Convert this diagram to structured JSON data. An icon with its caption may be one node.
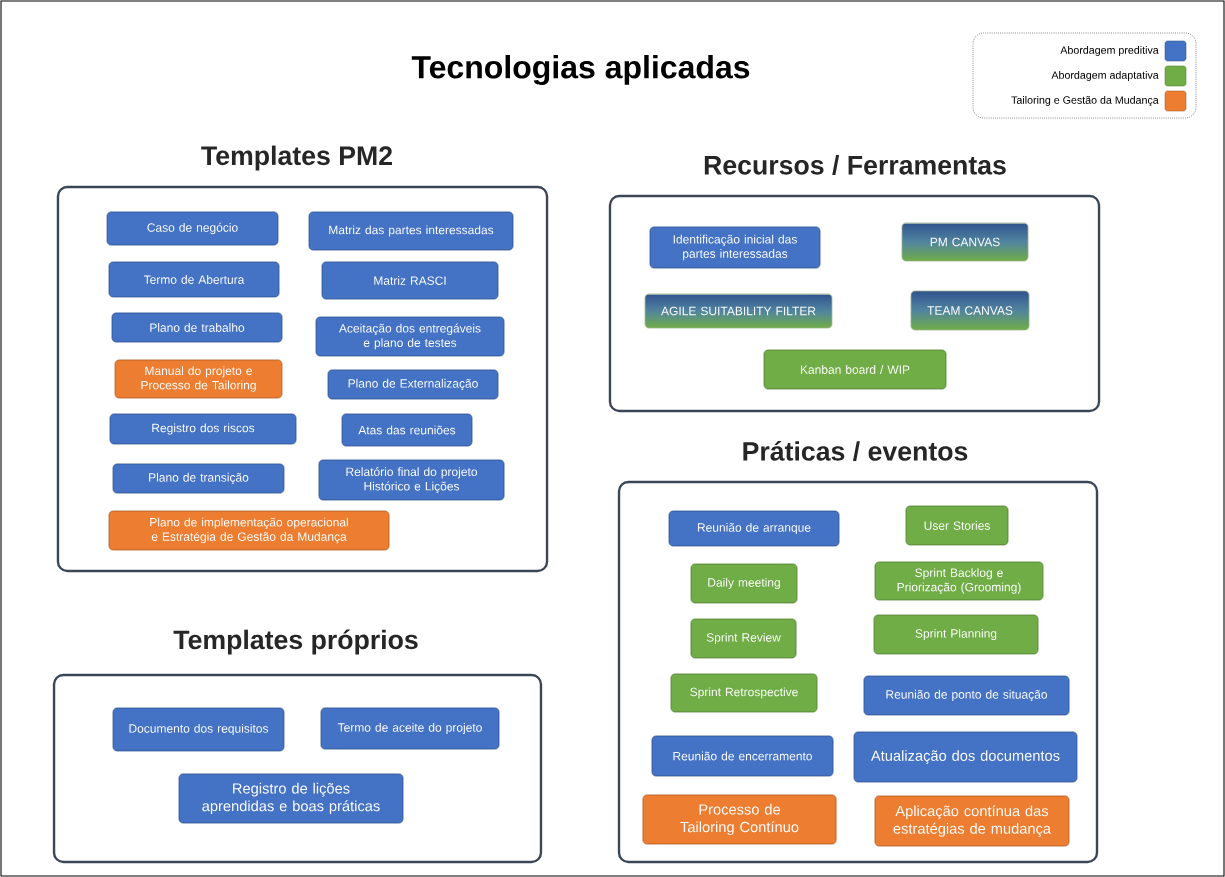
{
  "diagram": {
    "title": "Tecnologias aplicadas",
    "nodes": [
      {
        "text": [
          "Templates PM2"
        ]
      },
      {
        "text": [
          "Caso de negócio"
        ],
        "in": 0
      },
      {
        "text": [
          "Matriz das partes interessadas"
        ],
        "in": 0
      },
      {
        "text": [
          "Termo de Abertura"
        ],
        "in": 0
      },
      {
        "text": [
          "Matriz  RASCI"
        ],
        "in": 0
      },
      {
        "text": [
          "Plano de trabalho"
        ],
        "in": 0
      },
      {
        "text": [
          "Aceitação dos entregáveis e plano de testes"
        ],
        "in": 0
      },
      {
        "text": [
          "Manual do projeto e Processo de Tailoring"
        ],
        "in": 0
      },
      {
        "text": [
          "Plano de Externalização"
        ],
        "in": 0
      },
      {
        "text": [
          "Registro dos riscos"
        ],
        "in": 0
      },
      {
        "text": [
          "Atas das reuniões"
        ],
        "in": 0
      },
      {
        "text": [
          "Plano de transição"
        ],
        "in": 0
      },
      {
        "text": [
          "Relatório final do projeto Histórico e Lições"
        ],
        "in": 0
      },
      {
        "text": [
          "Plano de implementação operacional e Estratégia de Gestão da Mudança"
        ],
        "in": 0
      },
      {
        "text": [
          "Recursos / Ferramentas"
        ]
      },
      {
        "text": [
          "Identificação inicial das partes interessadas"
        ],
        "in": 14
      },
      {
        "text": [
          "PM CANVAS"
        ],
        "in": 14
      },
      {
        "text": [
          "AGILE SUITABILITY FILTER"
        ],
        "in": 14
      },
      {
        "text": [
          "TEAM CANVAS"
        ],
        "in": 14
      },
      {
        "text": [
          "Kanban board / WIP"
        ],
        "in": 14
      },
      {
        "text": [
          "Templates próprios"
        ]
      },
      {
        "text": [
          "Documento dos requisitos"
        ],
        "in": 20
      },
      {
        "text": [
          "Termo de aceite do projeto"
        ],
        "in": 20
      },
      {
        "text": [
          "Registro de lições aprendidas e boas práticas"
        ],
        "in": 20
      },
      {
        "text": [
          "Práticas / eventos"
        ]
      },
      {
        "text": [
          "Reunião de arranque"
        ],
        "in": 24
      },
      {
        "text": [
          "User Stories"
        ],
        "in": 24
      },
      {
        "text": [
          "Daily meeting"
        ],
        "in": 24
      },
      {
        "text": [
          "Sprint Backlog e Priorização (Grooming)"
        ],
        "in": 24
      },
      {
        "text": [
          "Sprint Review"
        ],
        "in": 24
      },
      {
        "text": [
          "Sprint Planning"
        ],
        "in": 24
      },
      {
        "text": [
          "Sprint Retrospective"
        ],
        "in": 24
      },
      {
        "text": [
          "Reunião de ponto de situação"
        ],
        "in": 24
      },
      {
        "text": [
          "Reunião de encerramento"
        ],
        "in": 24
      },
      {
        "text": [
          "Atualização dos documentos"
        ],
        "in": 24
      },
      {
        "text": [
          "Processo de Tailoring Contínuo"
        ],
        "in": 24
      },
      {
        "text": [
          "Aplicação contínua das estratégias de mudança"
        ],
        "in": 24
      }
    ],
    "legend": [
      {
        "text": "Abordagem preditiva",
        "color": "#4472c4"
      },
      {
        "text": "Abordagem adaptativa",
        "color": "#70ad47"
      },
      {
        "text": "Tailoring e Gestão da Mudança",
        "color": "#ed7d31"
      }
    ]
  }
}
